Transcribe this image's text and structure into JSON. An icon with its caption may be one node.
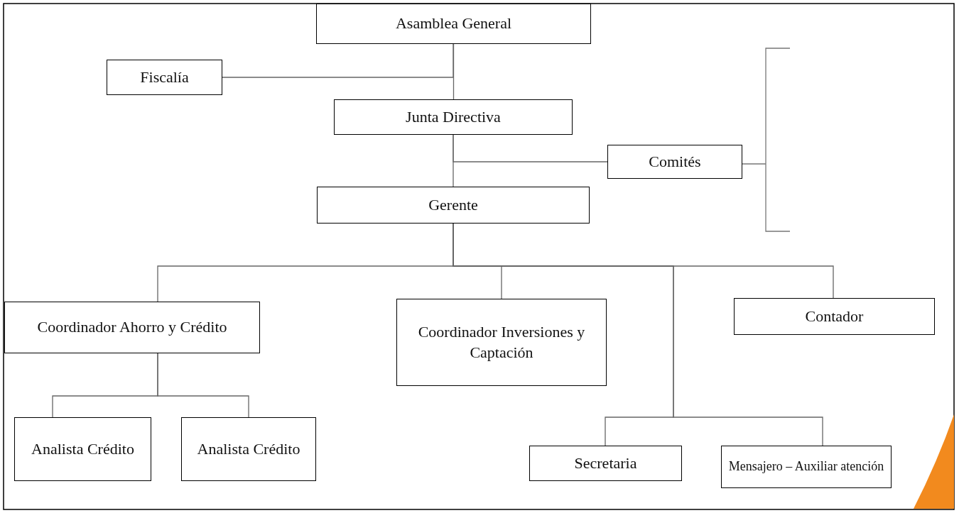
{
  "diagram": {
    "nodes": [
      {
        "text": [
          "Asamblea General"
        ]
      },
      {
        "text": [
          "Fiscalía"
        ]
      },
      {
        "text": [
          "Junta Directiva"
        ]
      },
      {
        "text": [
          "Comités"
        ]
      },
      {
        "text": [
          "Gerente"
        ]
      },
      {
        "text": [
          "Coordinador Ahorro y Crédito"
        ]
      },
      {
        "text": [
          "Coordinador Inversiones y Captación"
        ]
      },
      {
        "text": [
          "Contador"
        ]
      },
      {
        "text": [
          "Analista Crédito"
        ]
      },
      {
        "text": [
          "Analista Crédito"
        ]
      },
      {
        "text": [
          "Secretaria"
        ]
      },
      {
        "text": [
          "Mensajero – Auxiliar atención"
        ]
      }
    ],
    "edges": [
      {
        "from": 0,
        "to": 2,
        "arrow": "none"
      },
      {
        "from": 0,
        "to": 1,
        "arrow": "none"
      },
      {
        "from": 2,
        "to": 3,
        "arrow": "none"
      },
      {
        "from": 2,
        "to": 4,
        "arrow": "none"
      },
      {
        "from": 4,
        "to": 5,
        "arrow": "none"
      },
      {
        "from": 4,
        "to": 6,
        "arrow": "none"
      },
      {
        "from": 4,
        "to": 7,
        "arrow": "none"
      },
      {
        "from": 4,
        "to": 10,
        "arrow": "none"
      },
      {
        "from": 4,
        "to": 11,
        "arrow": "none"
      },
      {
        "from": 5,
        "to": 8,
        "arrow": "none"
      },
      {
        "from": 5,
        "to": 9,
        "arrow": "none"
      }
    ]
  }
}
